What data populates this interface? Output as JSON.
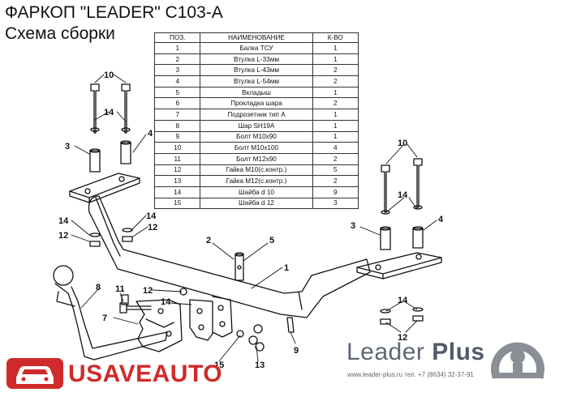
{
  "header": {
    "title": "ФАРКОП \"LEADER\" C103-A",
    "subtitle": "Схема сборки"
  },
  "table": {
    "columns": [
      "ПОЗ.",
      "НАИМЕНОВАНИЕ",
      "К-ВО"
    ],
    "rows": [
      [
        "1",
        "Балка ТСУ",
        "1"
      ],
      [
        "2",
        "Втулка L-33мм",
        "1"
      ],
      [
        "3",
        "Втулка L-43мм",
        "2"
      ],
      [
        "4",
        "Втулка L-54мм",
        "2"
      ],
      [
        "5",
        "Вкладыш",
        "1"
      ],
      [
        "6",
        "Прокладка шара",
        "2"
      ],
      [
        "7",
        "Подрозетник тип А",
        "1"
      ],
      [
        "8",
        "Шар SH19A",
        "1"
      ],
      [
        "9",
        "Болт М10х90",
        "1"
      ],
      [
        "10",
        "Болт М10х100",
        "4"
      ],
      [
        "11",
        "Болт М12х90",
        "2"
      ],
      [
        "12",
        "Гайка  М10(с.контр.)",
        "5"
      ],
      [
        "13",
        "Гайка М12(с.контр.)",
        "2"
      ],
      [
        "14",
        "Шайба d 10",
        "9"
      ],
      [
        "15",
        "Шайба d 12",
        "3"
      ]
    ]
  },
  "callouts": {
    "n1": "1",
    "n2": "2",
    "n3a": "3",
    "n3b": "3",
    "n4a": "4",
    "n4b": "4",
    "n5": "5",
    "n7": "7",
    "n8": "8",
    "n9": "9",
    "n10a": "10",
    "n10b": "10",
    "n11": "11",
    "n12a": "12",
    "n12b": "12",
    "n12c": "12",
    "n12d": "12",
    "n13": "13",
    "n14a": "14",
    "n14b": "14",
    "n14c": "14",
    "n14d": "14",
    "n14e": "14",
    "n14f": "14",
    "n15": "15"
  },
  "brand": {
    "name": "Leader",
    "plus": "Plus",
    "site": "www.leader-plus.ru   тел. +7 (8634) 32-37-91"
  },
  "watermark": {
    "text": "USAVEAUTO"
  },
  "colors": {
    "watermark_red": "#d12a2a",
    "brand_gray": "#5d6775"
  }
}
